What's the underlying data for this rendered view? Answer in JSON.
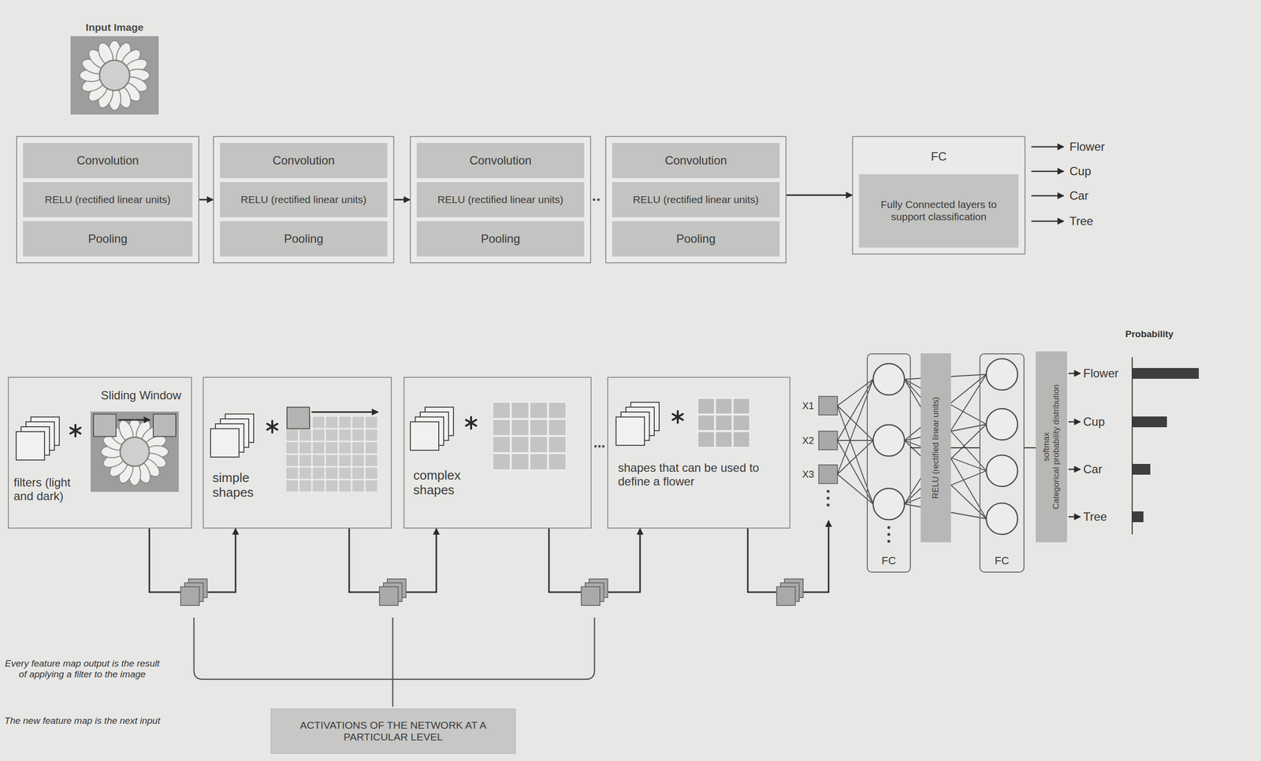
{
  "diagram": {
    "nodes": [
      {
        "text": [
          "Input Image"
        ]
      },
      {
        "text": []
      },
      {
        "text": [
          "Convolution"
        ],
        "in": 1
      },
      {
        "text": [
          "RELU (rectified linear units)"
        ],
        "in": 1
      },
      {
        "text": [
          "Pooling"
        ],
        "in": 1
      },
      {
        "text": []
      },
      {
        "text": [
          "Convolution"
        ],
        "in": 5
      },
      {
        "text": [
          "RELU (rectified linear units)"
        ],
        "in": 5
      },
      {
        "text": [
          "Pooling"
        ],
        "in": 5
      },
      {
        "text": []
      },
      {
        "text": [
          "Convolution"
        ],
        "in": 9
      },
      {
        "text": [
          "RELU (rectified linear units)"
        ],
        "in": 9
      },
      {
        "text": [
          "Pooling"
        ],
        "in": 9
      },
      {
        "text": []
      },
      {
        "text": [
          "Convolution"
        ],
        "in": 13
      },
      {
        "text": [
          "RELU (rectified linear units)"
        ],
        "in": 13
      },
      {
        "text": [
          "Pooling"
        ],
        "in": 13
      },
      {
        "text": [
          "FC"
        ]
      },
      {
        "text": [
          "Fully Connected layers to support classification"
        ],
        "in": 17
      },
      {
        "text": [
          "Sliding Window",
          "filters (light and dark)"
        ]
      },
      {
        "text": [
          "simple shapes"
        ]
      },
      {
        "text": [
          "complex shapes"
        ]
      },
      {
        "text": [
          "shapes that can be used to define a flower"
        ]
      },
      {
        "text": [
          "FC"
        ]
      },
      {
        "text": [
          "RELU (rectified linear units)"
        ]
      },
      {
        "text": [
          "FC"
        ]
      },
      {
        "text": [
          "softmax",
          "Categorical probability distribution"
        ]
      },
      {
        "text": [
          "ACTIVATIONS OF THE NETWORK AT A PARTICULAR LEVEL"
        ]
      }
    ],
    "edges": [
      {
        "from": 1,
        "to": 5,
        "arrow": "to"
      },
      {
        "from": 5,
        "to": 9,
        "arrow": "to"
      },
      {
        "from": 9,
        "to": 13,
        "arrow": "none"
      },
      {
        "from": 13,
        "to": 17,
        "arrow": "to"
      },
      {
        "from": 19,
        "to": 20,
        "arrow": "to"
      },
      {
        "from": 20,
        "to": 21,
        "arrow": "to"
      },
      {
        "from": 21,
        "to": 22,
        "arrow": "to"
      },
      {
        "from": 23,
        "to": 24,
        "arrow": "none"
      },
      {
        "from": 24,
        "to": 25,
        "arrow": "none"
      },
      {
        "from": 25,
        "to": 26,
        "arrow": "none"
      }
    ],
    "labels": [
      "Flower",
      "Cup",
      "Car",
      "Tree",
      "X1",
      "X2",
      "X3",
      "Flower",
      "Cup",
      "Car",
      "Tree",
      "Probability",
      "Every feature map output is the result of applying a filter to the image",
      "The new feature map is the next input"
    ]
  }
}
